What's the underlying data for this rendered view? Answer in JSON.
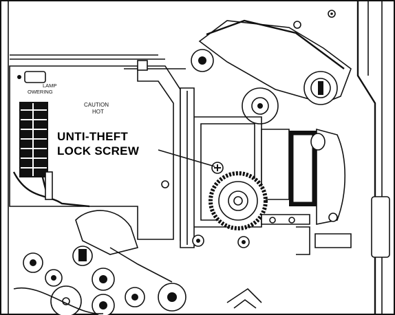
{
  "callout": {
    "line1": "UNTI-THEFT",
    "line2": "LOCK SCREW"
  },
  "labels": {
    "caution_line1": "CAUTION",
    "caution_line2": "HOT",
    "lamp_line1": "LAMP",
    "lamp_line2": "OWERING"
  },
  "colors": {
    "ink": "#111111",
    "paper": "#ffffff"
  }
}
